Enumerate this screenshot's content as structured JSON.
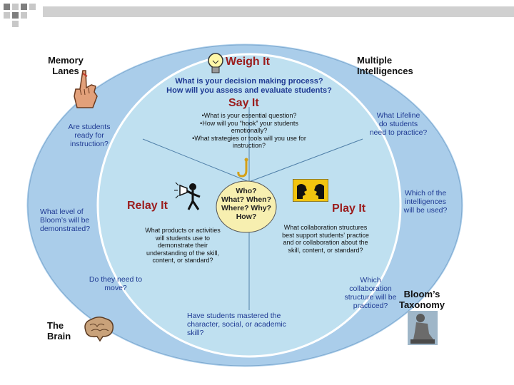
{
  "corners": {
    "memory_lanes": [
      "Memory",
      "Lanes"
    ],
    "multiple_intelligences": [
      "Multiple",
      "Intelligences"
    ],
    "the_brain": [
      "The",
      "Brain"
    ],
    "blooms_taxonomy": [
      "Bloom’s",
      "Taxonomy"
    ]
  },
  "outer_ring": {
    "top": [
      "What is your decision making process?",
      "How will you assess and evaluate students?"
    ],
    "upper_left": [
      "Are students",
      "ready for",
      "instruction?"
    ],
    "upper_right": [
      "What Lifeline",
      "do students",
      "need to practice?"
    ],
    "left": [
      "What level of",
      "Bloom’s will be",
      "demonstrated?"
    ],
    "right": [
      "Which of the",
      "intelligences",
      "will be used?"
    ],
    "lower_left": [
      "Do they need to",
      "move?"
    ],
    "lower_right": [
      "Which",
      "collaboration",
      "structure will be",
      "practiced?"
    ],
    "bottom": [
      "Have students mastered the",
      "character, social, or academic",
      "skill?"
    ]
  },
  "headings": {
    "weigh_it": "Weigh It",
    "say_it": "Say It",
    "relay_it": "Relay It",
    "play_it": "Play It"
  },
  "say_it_questions": [
    "•What is your essential question?",
    "•How will you “hook” your students",
    "emotionally?",
    "•What strategies or tools will you use for",
    "instruction?"
  ],
  "relay_it_text": [
    "What products or activities",
    "will students use to",
    "demonstrate  their",
    "understanding of the skill,",
    "content, or standard?"
  ],
  "play_it_text": [
    "What collaboration structures",
    "best support students’ practice",
    "and or collaboration about the",
    "skill, content, or standard?"
  ],
  "center": [
    "Who?",
    "What? When?",
    "Where? Why?",
    "How?"
  ],
  "colors": {
    "outer_ellipse": "#aacdea",
    "inner_circle": "#bfe0f0",
    "heading": "#9b1d1d",
    "question_text": "#1f3a93",
    "outer_ring_border": "#ffffff"
  },
  "icons": [
    "lightbulb-icon",
    "hand-icon",
    "hook-icon",
    "megaphone-figure-icon",
    "two-faces-icon",
    "brain-icon",
    "thinker-statue-icon"
  ]
}
